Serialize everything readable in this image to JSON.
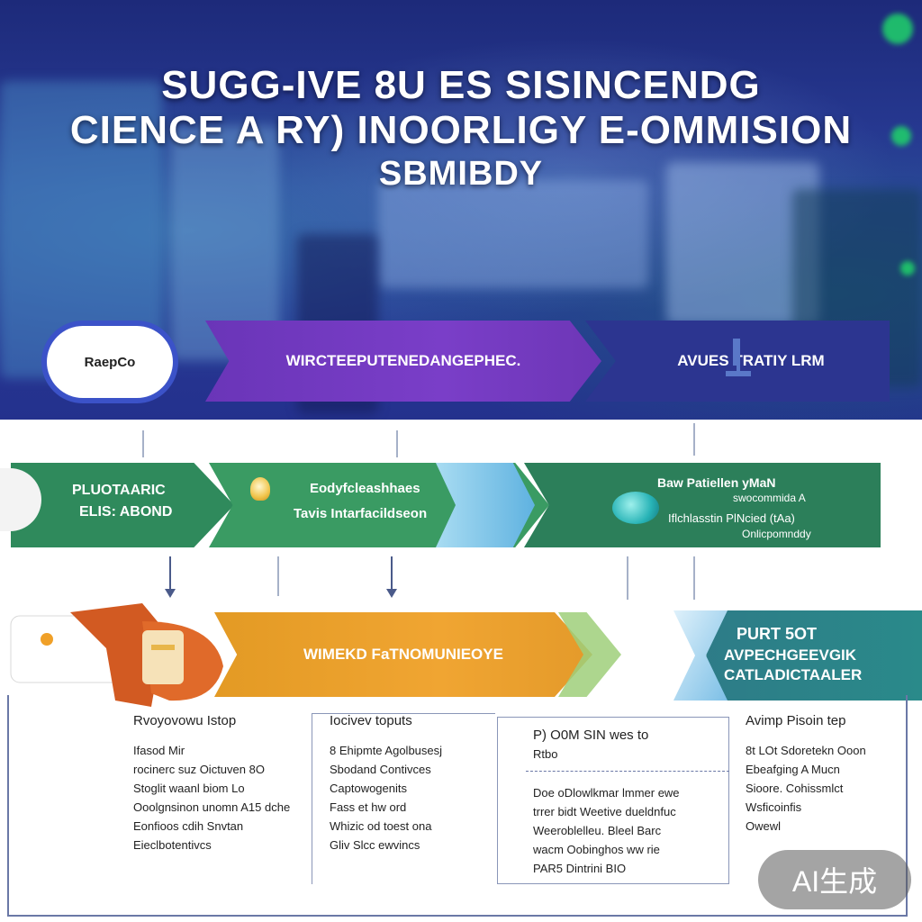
{
  "hero": {
    "title_line1": "SUGG-IVE 8U ES SISINCENDG",
    "title_line2": "CIENCE A RY) INOORLIGY E-OMMISION",
    "title_line3": "SBMIBDY"
  },
  "top_flow": {
    "start_label": "RaepCo",
    "middle_label": "WIRCTEEPUTENEDANGEPHEC.",
    "end_label": "AVUES TRATIY LRM"
  },
  "green_row": {
    "step1_line1": "PLUOTAARIC",
    "step1_line2": "ELIS: ABOND",
    "step2_line1": "Eodyfcleashhaes",
    "step2_line2": "Tavis Intarfacildseon",
    "step3_line1": "Baw Patiellen yMaN",
    "step3_line2": "swocommida A",
    "step3_line3": "Iflchlasstin PlNcied (tAa)",
    "step3_line4": "Onlicpomnddy"
  },
  "orange_row": {
    "label": "WIMEKD FaTNOMUNIEOYE"
  },
  "teal_box": {
    "line1": "PURT 5OT",
    "line2": "AVPECHGEEVGIK",
    "line3": "CATLADICTAALER"
  },
  "panels": [
    {
      "heading": "Rvoyovowu Istop",
      "items": [
        "Ifasod Mir",
        "rocinerc suz Oictuven 8O",
        "Stoglit waanl biom Lo",
        "Ooolgnsinon unomn A15 dche",
        "Eonfioos cdih Snvtan",
        "Eieclbotentivcs"
      ]
    },
    {
      "heading": "Iocivev toputs",
      "items": [
        "8 Ehipmte Agolbusesj",
        "Sbodand Contivces",
        "Captowogenits",
        "Fass et hw ord",
        "Whizic od toest ona",
        "Gliv Slcc ewvincs"
      ]
    },
    {
      "heading": "P) O0M SIN wes to",
      "items": [
        "Rtbo",
        "Doe oDlowlkmar lmmer ewe",
        "trrer bidt Weetive dueldnfuc",
        "Weeroblelleu. Bleel Barc",
        "wacm Oobinghos ww rie",
        "PAR5 Dintrini BIO"
      ]
    },
    {
      "heading": "Avimp Pisoin tep",
      "items": [
        "8t LOt Sdoretekn Ooon",
        "Ebeafging A Mucn",
        "Sioore. Cohissmlct",
        "Wsficoinfis",
        "Owewl"
      ]
    }
  ],
  "watermark": "AI生成"
}
